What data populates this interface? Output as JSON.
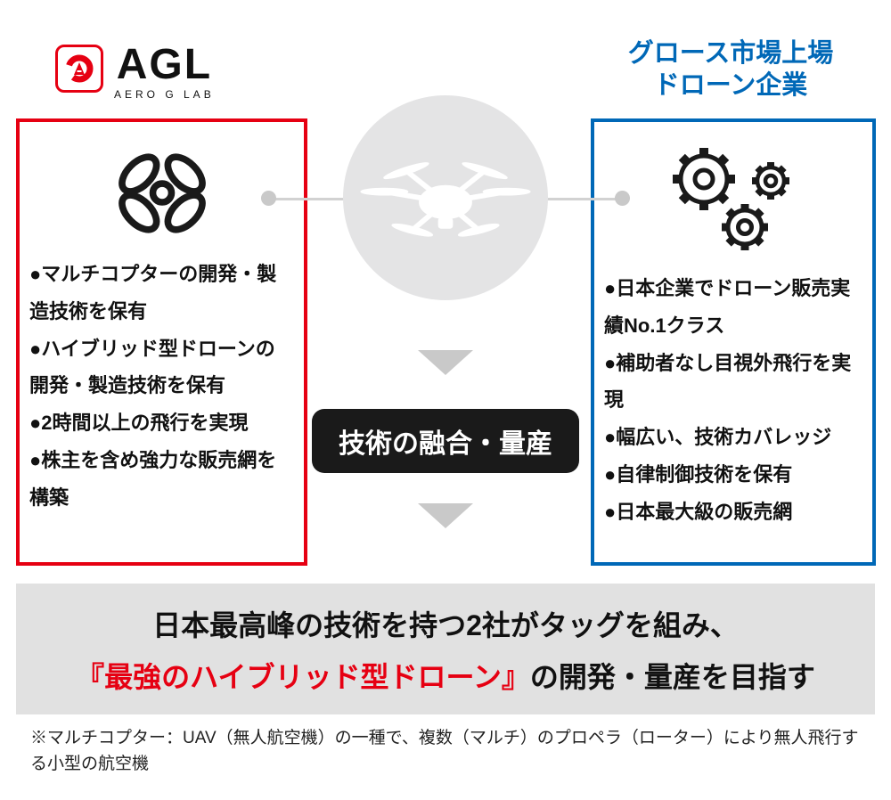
{
  "header": {
    "logo_name": "AGL",
    "logo_subtitle": "AERO G LAB",
    "partner_line1": "グロース市場上場",
    "partner_line2": "ドローン企業"
  },
  "left_box": {
    "bullets": [
      "●マルチコプターの開発・製造技術を保有",
      "●ハイブリッド型ドローンの開発・製造技術を保有",
      "●2時間以上の飛行を実現",
      "●株主を含め強力な販売網を構築"
    ]
  },
  "right_box": {
    "bullets": [
      "●日本企業でドローン販売実績No.1クラス",
      "●補助者なし目視外飛行を実現",
      "●幅広い、技術カバレッジ",
      "●自律制御技術を保有",
      "●日本最大級の販売網"
    ]
  },
  "center": {
    "badge_label": "技術の融合・量産"
  },
  "summary": {
    "line1": "日本最高峰の技術を持つ2社がタッグを組み、",
    "line2_red": "『最強のハイブリッド型ドローン』",
    "line2_black": "の開発・量産を目指す"
  },
  "footnote": {
    "text": "※マルチコプター：UAV（無人航空機）の一種で、複数（マルチ）のプロペラ（ローター）により無人飛行する小型の航空機"
  },
  "icons": {
    "left_box_icon": "quadcopter-outline-icon",
    "right_box_icon": "gears-icon",
    "center_icon": "hexacopter-silhouette-icon",
    "flow_icon": "down-arrow-icon"
  },
  "colors": {
    "agl_red": "#e60012",
    "partner_blue": "#0068b7",
    "badge_black": "#1a1a1a",
    "band_gray": "#e1e1e1",
    "circle_gray": "#e4e4e5",
    "arrow_gray": "#c9c9c9"
  }
}
